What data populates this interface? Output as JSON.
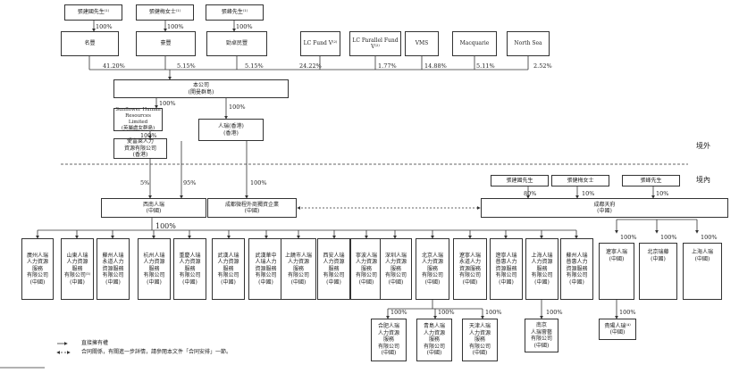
{
  "shareholders_top": {
    "zhang_jianguo": "張建國先生⁽¹⁾",
    "zhang_jianmei": "張健梅女士⁽¹⁾",
    "zhang_feng": "張峰先生⁽¹⁾"
  },
  "top_pct": {
    "p1": "100%",
    "p2": "100%",
    "p3": "100%"
  },
  "investors": [
    "名豐",
    "豪豐",
    "勁卓民豐",
    "LC Fund V⁽²⁾",
    "LC Parallel Fund V⁽²⁾",
    "VMS",
    "Macquarie",
    "North Sea"
  ],
  "investor_pct": [
    "41.20%",
    "5.15%",
    "5.15%",
    "24.22%",
    "1.77%",
    "14.88%",
    "5.11%",
    "2.52%"
  ],
  "company": "本公司\n(開曼群島)",
  "sunflower": "Sunflower Human\nResources Limited\n(英屬處女群島)",
  "renrui_hk": "人瑞(香港)\n(香港)",
  "aixuan": "愛富萊人力\n資源有限公司\n(香港)",
  "mid_pct": {
    "company_sunflower": "100%",
    "company_hk": "100%",
    "sunflower_aixuan": "100%"
  },
  "region": {
    "outside": "境外",
    "inside": "境內"
  },
  "prc_pct": {
    "aixuan_xinan": "5%",
    "hk_xinan": "95%",
    "hk_wfoe": "100%"
  },
  "xinan": "西南人瑞\n(中國)",
  "wfoe": "成都微程外商獨資企業\n(中國)",
  "chengdu_tianfu": "成都天府\n(中國)",
  "prc_shareholders": {
    "zhang_jianguo": "張建國先生",
    "zhang_jianmei": "張健梅女士",
    "zhang_feng": "張峰先生"
  },
  "prc_shareholder_pct": [
    "80%",
    "10%",
    "10%"
  ],
  "xinan_children_pct": "100%",
  "xinan_children": [
    "廣州人瑞\n人力資源\n服務\n有限公司\n(中國)",
    "山東人瑞\n人力資源\n服務\n有限公司⁽³⁾\n(中國)",
    "蘇州人瑞\n永道人力\n資源服務\n有限公司\n(中國)",
    "杭州人瑞\n人力資源\n服務\n有限公司\n(中國)",
    "重慶人瑞\n人力資源\n服務\n有限公司\n(中國)",
    "武漢人瑞\n人力資源\n服務\n有限公司\n(中國)",
    "武漢華中\n人瑞人力\n資源服務\n有限公司\n(中國)",
    "上饒市人瑞\n人力資源\n服務\n有限公司\n(中國)",
    "西安人瑞\n人力資源\n服務\n有限公司\n(中國)",
    "寧波人瑞\n人力資源\n服務\n有限公司\n(中國)",
    "深圳人瑞\n人力資源\n服務\n有限公司\n(中國)",
    "北京人瑞\n人力資源\n服務\n有限公司\n(中國)",
    "遼寧人瑞\n永道人力\n資源服務\n有限公司\n(中國)",
    "遼寧人瑞\n普惠人力\n資源服務\n有限公司\n(中國)",
    "上海人瑞\n人力資源\n服務\n有限公司\n(中國)",
    "蘇州人瑞\n普惠人力\n資源服務\n有限公司\n(中國)"
  ],
  "beijing_children_pct": [
    "100%",
    "100%",
    "100%"
  ],
  "beijing_children": [
    "合肥人瑞\n人力資源\n服務\n有限公司\n(中國)",
    "青島人瑞\n人力資源\n服務\n有限公司\n(中國)",
    "天津人瑞\n人力資源\n服務\n有限公司\n(中國)"
  ],
  "shanghai_child_pct": "100%",
  "shanghai_child": "南京\n人瑞薈藝\n有限公司\n(中國)",
  "tianfu_children_pct": [
    "100%",
    "100%",
    "100%"
  ],
  "tianfu_children": [
    "遼寧人瑞\n(中國)",
    "北京瑞藤\n(中國)",
    "上海人瑞\n(中國)"
  ],
  "liaoning_child_pct": "100%",
  "liaoning_child": "貴陽人瑞⁽⁴⁾\n(中國)",
  "legend": {
    "direct": "直接擁有權",
    "contract": "合同關係，有關進一步詳情，請參閱本文件「合同安排」一節。"
  }
}
